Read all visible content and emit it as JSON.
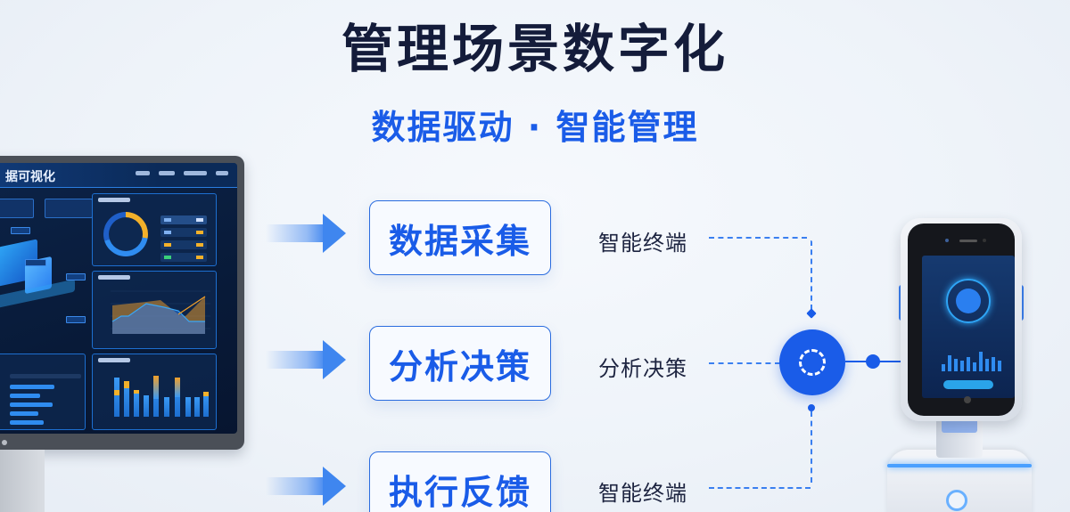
{
  "header": {
    "title": "管理场景数字化",
    "subtitle": "数据驱动 · 智能管理"
  },
  "dashboard": {
    "title": "据可视化",
    "panels": [
      "donut-panel",
      "area-chart-panel",
      "bar-chart-panel",
      "progress-list-panel"
    ]
  },
  "steps": [
    {
      "label": "数据采集"
    },
    {
      "label": "分析决策"
    },
    {
      "label": "执行反馈"
    }
  ],
  "side_labels": [
    {
      "label": "智能终端"
    },
    {
      "label": "分析决策"
    },
    {
      "label": "智能终端"
    }
  ],
  "colors": {
    "title": "#141c3a",
    "accent": "#1a5ce8",
    "dashboard_bg": "#0c2348",
    "highlight": "#f3b12a"
  }
}
